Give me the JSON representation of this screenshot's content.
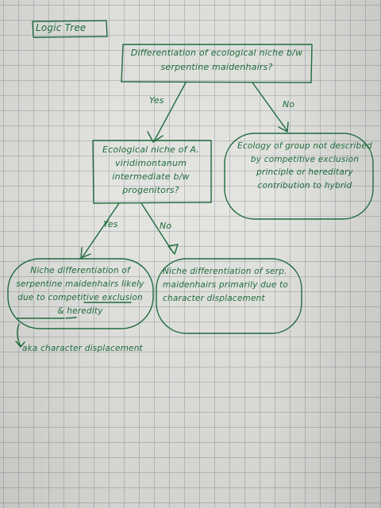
{
  "title": "Logic Tree",
  "question_1": "Differentiation of ecological niche b/w serpentine maidenhairs?",
  "question_2": "Ecological niche of A. viridimontanum intermediate b/w progenitors?",
  "branch_yes": "Yes",
  "branch_no": "No",
  "outcome_q1_no": "Ecology of group not described by competitive exclusion principle or hereditary contribution to hybrid",
  "outcome_q2_yes": "Niche differentiation of serpentine maidenhairs likely due to competitive exclusion & heredity",
  "outcome_q2_no": "Niche differentiation of serp. maidenhairs primarily due to character displacement",
  "annotation": "aka character displacement",
  "ink_color": "#1f6b3d"
}
